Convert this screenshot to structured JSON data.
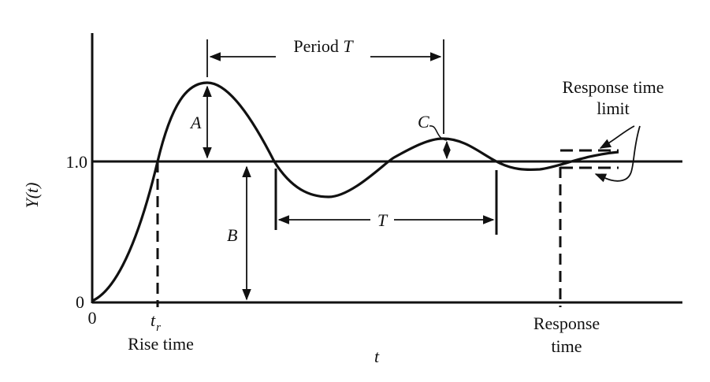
{
  "diagram": {
    "y_axis_label": "Y(t)",
    "x_axis_label": "t",
    "y_tick_zero": "0",
    "y_tick_one": "1.0",
    "x_tick_zero": "0",
    "rise_time_symbol": "t",
    "rise_time_subscript": "r",
    "rise_time_label": "Rise time",
    "label_A": "A",
    "label_B": "B",
    "label_C": "C",
    "label_period_prefix": "Period ",
    "label_period_symbol": "T",
    "label_T": "T",
    "response_time_limit_line1": "Response time",
    "response_time_limit_line2": "limit",
    "response_time_line1": "Response",
    "response_time_line2": "time"
  },
  "colors": {
    "line": "#111111",
    "background": "#ffffff"
  }
}
